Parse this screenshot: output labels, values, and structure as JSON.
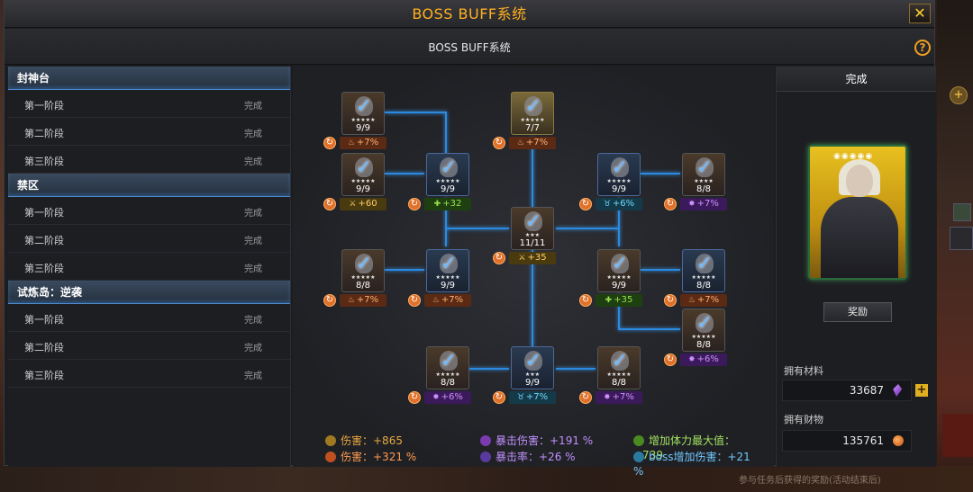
{
  "window": {
    "title": "BOSS BUFF系统",
    "close_label": "✕"
  },
  "subheader": {
    "title": "BOSS BUFF系统",
    "help_label": "?"
  },
  "sidebar": {
    "sections": [
      {
        "title": "封神台",
        "stages": [
          {
            "name": "第一阶段",
            "status": "完成"
          },
          {
            "name": "第二阶段",
            "status": "完成"
          },
          {
            "name": "第三阶段",
            "status": "完成"
          }
        ]
      },
      {
        "title": "禁区",
        "stages": [
          {
            "name": "第一阶段",
            "status": "完成"
          },
          {
            "name": "第二阶段",
            "status": "完成"
          },
          {
            "name": "第三阶段",
            "status": "完成"
          }
        ]
      },
      {
        "title": "试炼岛：逆袭",
        "stages": [
          {
            "name": "第一阶段",
            "status": "完成"
          },
          {
            "name": "第二阶段",
            "status": "完成"
          },
          {
            "name": "第三阶段",
            "status": "完成"
          }
        ]
      }
    ]
  },
  "board": {
    "nodes": [
      {
        "id": "n1",
        "count": "9/9",
        "buff": "+7%",
        "kind": "fire",
        "style": "brown"
      },
      {
        "id": "n2",
        "count": "9/9",
        "buff": "+60",
        "kind": "atk",
        "style": "brown"
      },
      {
        "id": "n3",
        "count": "9/9",
        "buff": "+32",
        "kind": "hp",
        "style": "blue"
      },
      {
        "id": "n4",
        "count": "7/7",
        "buff": "+7%",
        "kind": "fire",
        "style": "gold"
      },
      {
        "id": "n5",
        "count": "11/11",
        "buff": "+35",
        "kind": "atk",
        "style": "brown"
      },
      {
        "id": "n6",
        "count": "9/9",
        "buff": "+6%",
        "kind": "boss",
        "style": "blue"
      },
      {
        "id": "n7",
        "count": "8/8",
        "buff": "+7%",
        "kind": "crit",
        "style": "brown"
      },
      {
        "id": "n8",
        "count": "8/8",
        "buff": "+7%",
        "kind": "fire",
        "style": "brown"
      },
      {
        "id": "n9",
        "count": "9/9",
        "buff": "+7%",
        "kind": "fire",
        "style": "blue"
      },
      {
        "id": "n10",
        "count": "9/9",
        "buff": "+35",
        "kind": "hp",
        "style": "brown"
      },
      {
        "id": "n11",
        "count": "8/8",
        "buff": "+7%",
        "kind": "fire",
        "style": "blue"
      },
      {
        "id": "n12",
        "count": "8/8",
        "buff": "+6%",
        "kind": "crit",
        "style": "brown"
      },
      {
        "id": "n13",
        "count": "8/8",
        "buff": "+6%",
        "kind": "crit",
        "style": "brown"
      },
      {
        "id": "n14",
        "count": "9/9",
        "buff": "+7%",
        "kind": "boss",
        "style": "blue"
      },
      {
        "id": "n15",
        "count": "8/8",
        "buff": "+7%",
        "kind": "crit",
        "style": "brown"
      }
    ],
    "summary": [
      {
        "label": "伤害：+865",
        "color": "#e8a840",
        "icon": "sword-icon"
      },
      {
        "label": "暴击伤害：+191 %",
        "color": "#c090ff",
        "icon": "crit-damage-icon"
      },
      {
        "label": "增加体力最大值：+739",
        "color": "#a0e060",
        "icon": "hp-icon"
      },
      {
        "label": "伤害：+321 %",
        "color": "#ff9a50",
        "icon": "fire-icon"
      },
      {
        "label": "暴击率：+26 %",
        "color": "#c090ff",
        "icon": "crit-rate-icon"
      },
      {
        "label": "boss增加伤害：+21 %",
        "color": "#70c8ff",
        "icon": "boss-icon"
      }
    ]
  },
  "right_panel": {
    "header": "完成",
    "reward_button": "奖励",
    "materials_label": "拥有材料",
    "materials_value": "33687",
    "wealth_label": "拥有财物",
    "wealth_value": "135761",
    "plus_label": "+"
  },
  "background": {
    "hint": "参与任务后获得的奖励(活动结束后)"
  }
}
